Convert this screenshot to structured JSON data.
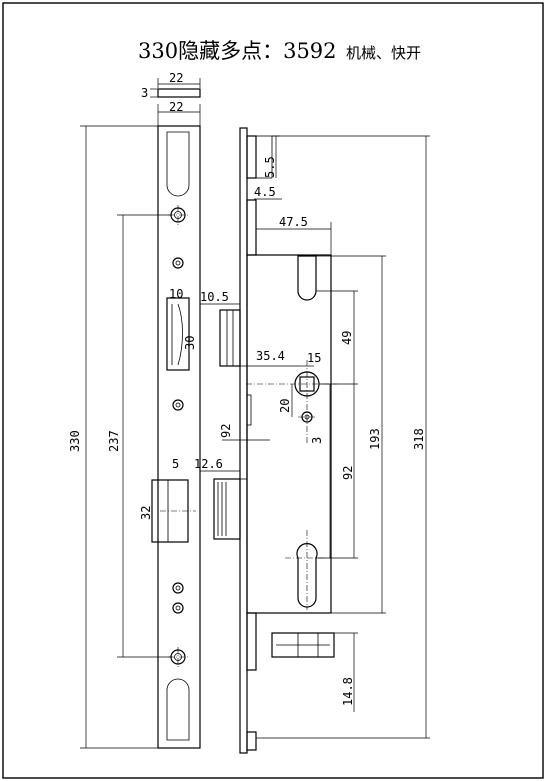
{
  "title": {
    "main": "330隐藏多点：3592",
    "sub": "机械、快开"
  },
  "dimensions": {
    "faceplate_width_top": "22",
    "faceplate_thickness": "3",
    "faceplate_width": "22",
    "total_length": "330",
    "fixing_hole_distance": "237",
    "latch_width": "10",
    "latch_projection": "10.5",
    "latch_height": "30",
    "bolt_width": "5",
    "bolt_projection": "12.6",
    "bolt_height": "32",
    "backset": "35.4",
    "spindle_square": "15",
    "spindle_to_latch": "49",
    "spindle_to_hole": "20",
    "small_hole": "3",
    "center_distance": "92",
    "case_depth": "47.5",
    "case_offset": "4.5",
    "top_offset": "5.5",
    "case_spindle_dist": "193",
    "case_height": "318",
    "bottom_keeper": "14.8",
    "left_92": "92"
  }
}
